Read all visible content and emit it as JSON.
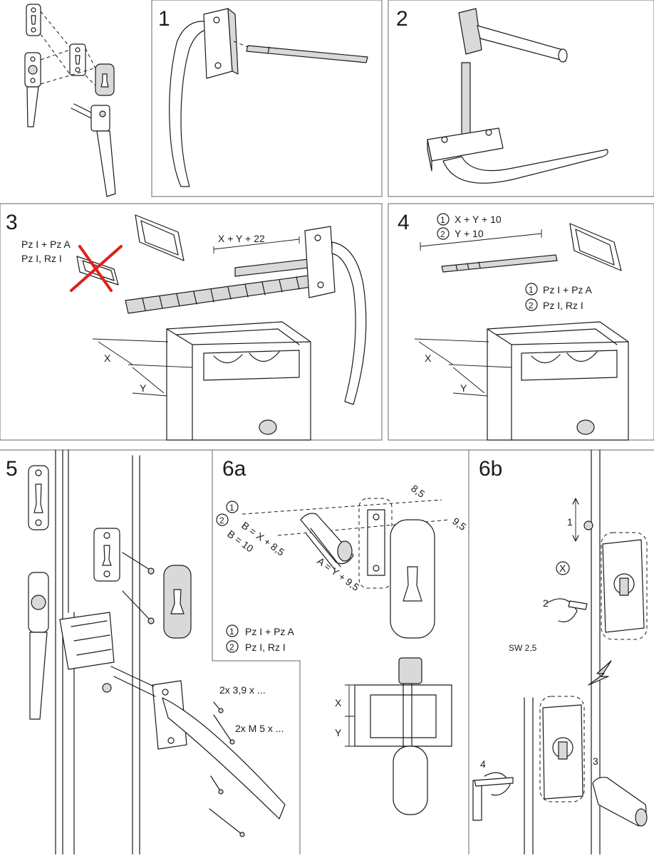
{
  "steps": {
    "s1": "1",
    "s2": "2",
    "s3": "3",
    "s4": "4",
    "s5": "5",
    "s6a": "6a",
    "s6b": "6b"
  },
  "step3": {
    "variant_line1": "Pz I + Pz A",
    "variant_line2": "Pz I, Rz I",
    "dimension": "X + Y + 22",
    "x_label": "X",
    "y_label": "Y"
  },
  "step4": {
    "circle1": "1",
    "circle2": "2",
    "formula1": "X + Y + 10",
    "formula2": "Y + 10",
    "variant1": "Pz I + Pz A",
    "variant2": "Pz I, Rz I",
    "x_label": "X",
    "y_label": "Y"
  },
  "step5": {
    "screw1": "2x 3,9 x ...",
    "screw2": "2x M 5 x ..."
  },
  "step6a": {
    "circle1": "1",
    "circle2": "2",
    "b1": "B = X + 8,5",
    "b2": "B = 10",
    "a": "A = Y + 9,5",
    "dim_top": "8,5",
    "dim_right": "9,5",
    "variant1": "Pz I + Pz A",
    "variant2": "Pz I, Rz I",
    "x_label": "X",
    "y_label": "Y"
  },
  "step6b": {
    "arrow1": "1",
    "arrow2": "2",
    "arrow3": "3",
    "arrow4": "4",
    "x_marker": "X",
    "wrench": "SW 2,5"
  }
}
